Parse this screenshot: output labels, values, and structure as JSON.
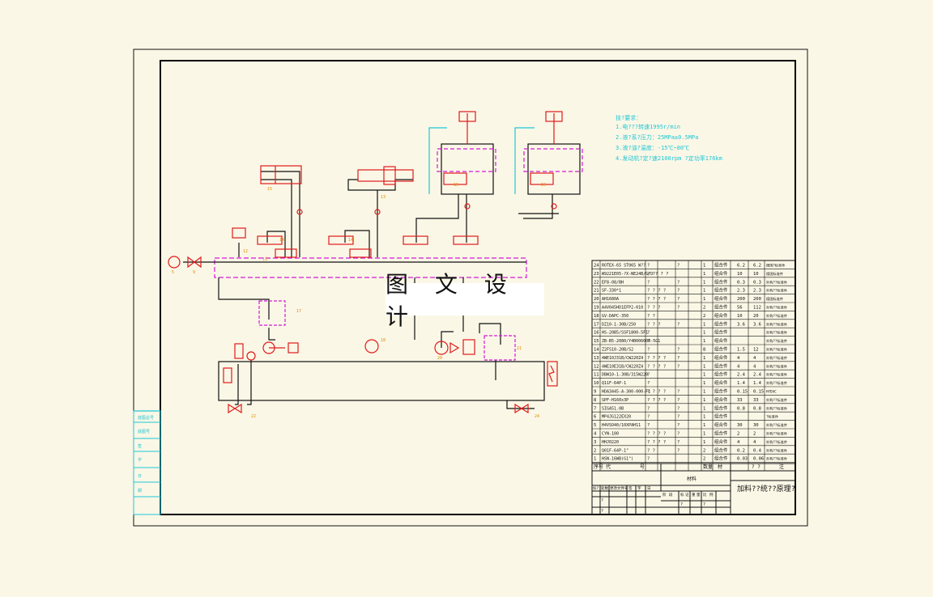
{
  "watermark": "图 文 设 计",
  "notes": {
    "title": "技?要求：",
    "lines": [
      "1.电???转速1995r/min",
      "2.液?系?压力：25MPa±0.5MPa",
      "3.液?油?温度：-15℃~80℃",
      "4.发动机?定?速2100rpm ?定功率176km"
    ]
  },
  "bom": {
    "rows": [
      {
        "no": "24",
        "code": "ROTEX-65 ST065 W??",
        "name": "?",
        "note": "?",
        "qty": "1",
        "mat": "组合件",
        "w1": "6.2",
        "w2": "6.2",
        "rem": "德国?标准件"
      },
      {
        "no": "23",
        "code": "W9221E05-?X-NE24B/G/D",
        "name": "? ?? ? ?",
        "note": "",
        "qty": "1",
        "mat": "组合件",
        "w1": "10",
        "w2": "10",
        "rem": "德国标准件"
      },
      {
        "no": "22",
        "code": "EF8-08/BH",
        "name": "?",
        "note": "?",
        "qty": "1",
        "mat": "组合件",
        "w1": "0.3",
        "w2": "0.3",
        "rem": "外购??标准件"
      },
      {
        "no": "21",
        "code": "SF-330*1",
        "name": "? ? ? ?",
        "note": "?",
        "qty": "1",
        "mat": "组合件",
        "w1": "2.3",
        "w2": "2.3",
        "rem": "外购??标准件"
      },
      {
        "no": "20",
        "code": "AH1680A",
        "name": "? ? ? ?",
        "note": "?",
        "qty": "1",
        "mat": "组合件",
        "w1": "200",
        "w2": "200",
        "rem": "德国标准件"
      },
      {
        "no": "19",
        "code": "A4V045HD1EFP2-010",
        "name": "? ? ?",
        "note": "?",
        "qty": "2",
        "mat": "组合件",
        "w1": "56",
        "w2": "112",
        "rem": "外购??标准件"
      },
      {
        "no": "18",
        "code": "GV-DAPC-350",
        "name": "? ?",
        "note": "",
        "qty": "2",
        "mat": "组合件",
        "w1": "10",
        "w2": "20",
        "rem": "外购??标准件"
      },
      {
        "no": "17",
        "code": "DZ10-1-30B/250",
        "name": "? ? ?",
        "note": "?",
        "qty": "1",
        "mat": "组合件",
        "w1": "3.6",
        "w2": "3.6",
        "rem": "外购??标准件"
      },
      {
        "no": "16",
        "code": "HS-20B5/SSF1800-5F1",
        "name": "?",
        "note": "",
        "qty": "1",
        "mat": "组合件",
        "w1": "",
        "w2": "",
        "rem": "外购??标准件"
      },
      {
        "no": "15",
        "code": "ZB-B5-2080/Y4B006000-5G1",
        "name": "?",
        "note": "",
        "qty": "1",
        "mat": "组合件",
        "w1": "",
        "w2": "",
        "rem": "外购??标准件"
      },
      {
        "no": "14",
        "code": "Z2FS10-20B/S2",
        "name": "?",
        "note": "?",
        "qty": "8",
        "mat": "组合件",
        "w1": "1.5",
        "w2": "12",
        "rem": "外购??标准件"
      },
      {
        "no": "13",
        "code": "4WE10J31B/CW220Z4",
        "name": "? ? ? ?",
        "note": "?",
        "qty": "1",
        "mat": "组合件",
        "w1": "4",
        "w2": "4",
        "rem": "外购??标准件"
      },
      {
        "no": "12",
        "code": "4WE10E31B/CW220Z4",
        "name": "? ? ? ?",
        "note": "?",
        "qty": "1",
        "mat": "组合件",
        "w1": "4",
        "w2": "4",
        "rem": "外购??标准件"
      },
      {
        "no": "11",
        "code": "DBW10-1-30B/315W220",
        "name": "?",
        "note": "",
        "qty": "1",
        "mat": "组合件",
        "w1": "2.4",
        "w2": "2.4",
        "rem": "外购??标准件"
      },
      {
        "no": "10",
        "code": "Q11F-64P-1",
        "name": "?",
        "note": "",
        "qty": "1",
        "mat": "组合件",
        "w1": "1.4",
        "w2": "1.4",
        "rem": "外购??标准件"
      },
      {
        "no": "9",
        "code": "HDA3445-A-300-000-F1",
        "name": "? ? ? ?",
        "note": "?",
        "qty": "1",
        "mat": "组合件",
        "w1": "0.15",
        "w2": "0.15",
        "rem": "HYDAC"
      },
      {
        "no": "8",
        "code": "SPF-H160x3P",
        "name": "? ? ? ?",
        "note": "?",
        "qty": "1",
        "mat": "组合件",
        "w1": "33",
        "w2": "33",
        "rem": "外购??标准件"
      },
      {
        "no": "7",
        "code": "SIGA51.0B",
        "name": "?",
        "note": "?",
        "qty": "1",
        "mat": "组合件",
        "w1": "0.8",
        "w2": "0.8",
        "rem": "外购??标准件"
      },
      {
        "no": "6",
        "code": "MP4JG122EX20",
        "name": "?",
        "note": "?",
        "qty": "1",
        "mat": "组合件",
        "w1": "",
        "w2": "",
        "rem": "?标准件"
      },
      {
        "no": "5",
        "code": "H4VSO40/10XPAH11",
        "name": "?",
        "note": "?",
        "qty": "1",
        "mat": "组合件",
        "w1": "30",
        "w2": "30",
        "rem": "外购??标准件"
      },
      {
        "no": "4",
        "code": "CYN-100",
        "name": "? ? ? ?",
        "note": "?",
        "qty": "1",
        "mat": "组合件",
        "w1": "2",
        "w2": "2",
        "rem": "外购??标准件"
      },
      {
        "no": "3",
        "code": "HHJ0220",
        "name": "? ? ? ?",
        "note": "?",
        "qty": "1",
        "mat": "组合件",
        "w1": "4",
        "w2": "4",
        "rem": "外购??标准件"
      },
      {
        "no": "2",
        "code": "Q01F-64P-1\"",
        "name": "? ?",
        "note": "?",
        "qty": "2",
        "mat": "组合件",
        "w1": "0.2",
        "w2": "0.4",
        "rem": "外购??标准件"
      },
      {
        "no": "1",
        "code": "HSN-16WB(G1\")",
        "name": "?",
        "note": "",
        "qty": "2",
        "mat": "组合件",
        "w1": "0.03",
        "w2": "0.06",
        "rem": "外购??标准件"
      }
    ],
    "header": {
      "no": "序号",
      "code": "代",
      "name": "号",
      "qty": "数量",
      "mat": "材",
      "w": "? ?",
      "rem": "注"
    },
    "material_label": "材料",
    "drawing_title": "加料??统??原理?"
  },
  "revision_block": {
    "labels": [
      "标?",
      "处数",
      "更改文件号",
      "签",
      "字",
      "日"
    ],
    "stage_labels": [
      "阶",
      "段",
      "标",
      "记",
      "重",
      "量",
      "比",
      "例"
    ],
    "marks": [
      "?",
      "?",
      "?",
      "?"
    ]
  },
  "side_strip": {
    "labels": [
      "底图总号",
      "底图号",
      "签",
      "字",
      "日",
      "期"
    ]
  },
  "tags": [
    "5",
    "9",
    "11",
    "12",
    "13",
    "14",
    "14",
    "15",
    "17",
    "18",
    "19",
    "19",
    "20",
    "21",
    "22",
    "24"
  ]
}
